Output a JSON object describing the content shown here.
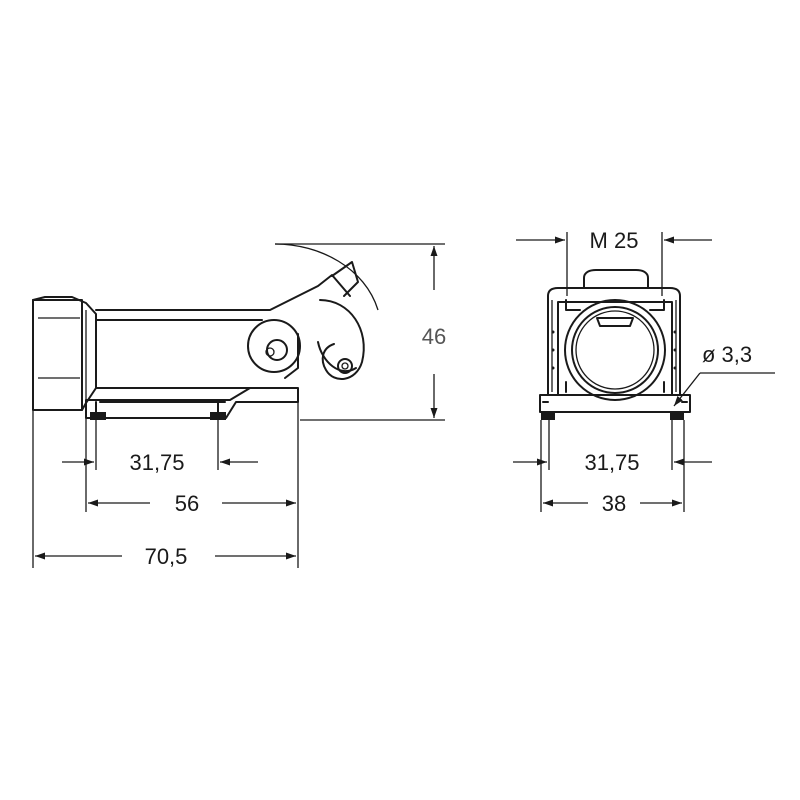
{
  "dimensions": {
    "side_hole_spacing": "31,75",
    "side_base_length": "56",
    "side_overall_length": "70,5",
    "side_height": "46",
    "front_thread": "M 25",
    "front_hole_spacing": "31,75",
    "front_base_width": "38",
    "front_hole_diameter": "ø 3,3"
  }
}
